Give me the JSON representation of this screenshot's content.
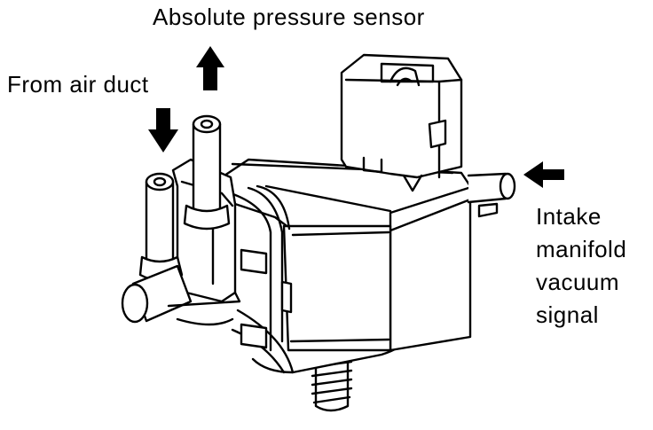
{
  "labels": {
    "absolute_pressure_sensor": "Absolute pressure sensor",
    "from_air_duct": "From air duct",
    "intake_lines": [
      "Intake",
      "manifold",
      "vacuum",
      "signal"
    ]
  },
  "icons": [
    "arrow-up-icon",
    "arrow-down-icon",
    "arrow-left-icon"
  ],
  "colors": {
    "ink": "#000000",
    "paper": "#ffffff"
  }
}
